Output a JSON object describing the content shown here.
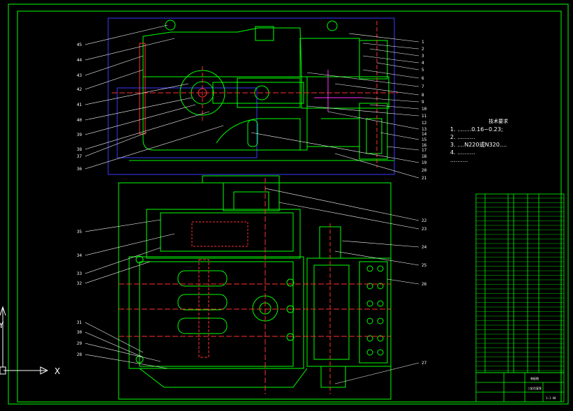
{
  "drawing": {
    "tech_requirements": {
      "heading": "技术要求",
      "items": [
        "1.  ........0.16~0.23;",
        "2.  ..........",
        "3.  ....N220或N320....",
        "4.  ..........",
        "     .........."
      ]
    },
    "left_leaders": [
      "45",
      "44",
      "43",
      "42",
      "41",
      "40",
      "39",
      "38",
      "37",
      "36",
      "35",
      "34",
      "33",
      "32",
      "31",
      "30",
      "29",
      "28"
    ],
    "right_leaders": [
      "1",
      "2",
      "3",
      "4",
      "5",
      "6",
      "7",
      "8",
      "9",
      "10",
      "11",
      "12",
      "13",
      "14",
      "15",
      "16",
      "17",
      "18",
      "19",
      "20",
      "21",
      "22",
      "23",
      "24",
      "25",
      "26",
      "27"
    ],
    "axis": {
      "x": "X",
      "y": "Y"
    },
    "title_block": {
      "drawing_title": "装配图",
      "company": "三缸往复泵",
      "sheet": "1:1 A0"
    }
  }
}
